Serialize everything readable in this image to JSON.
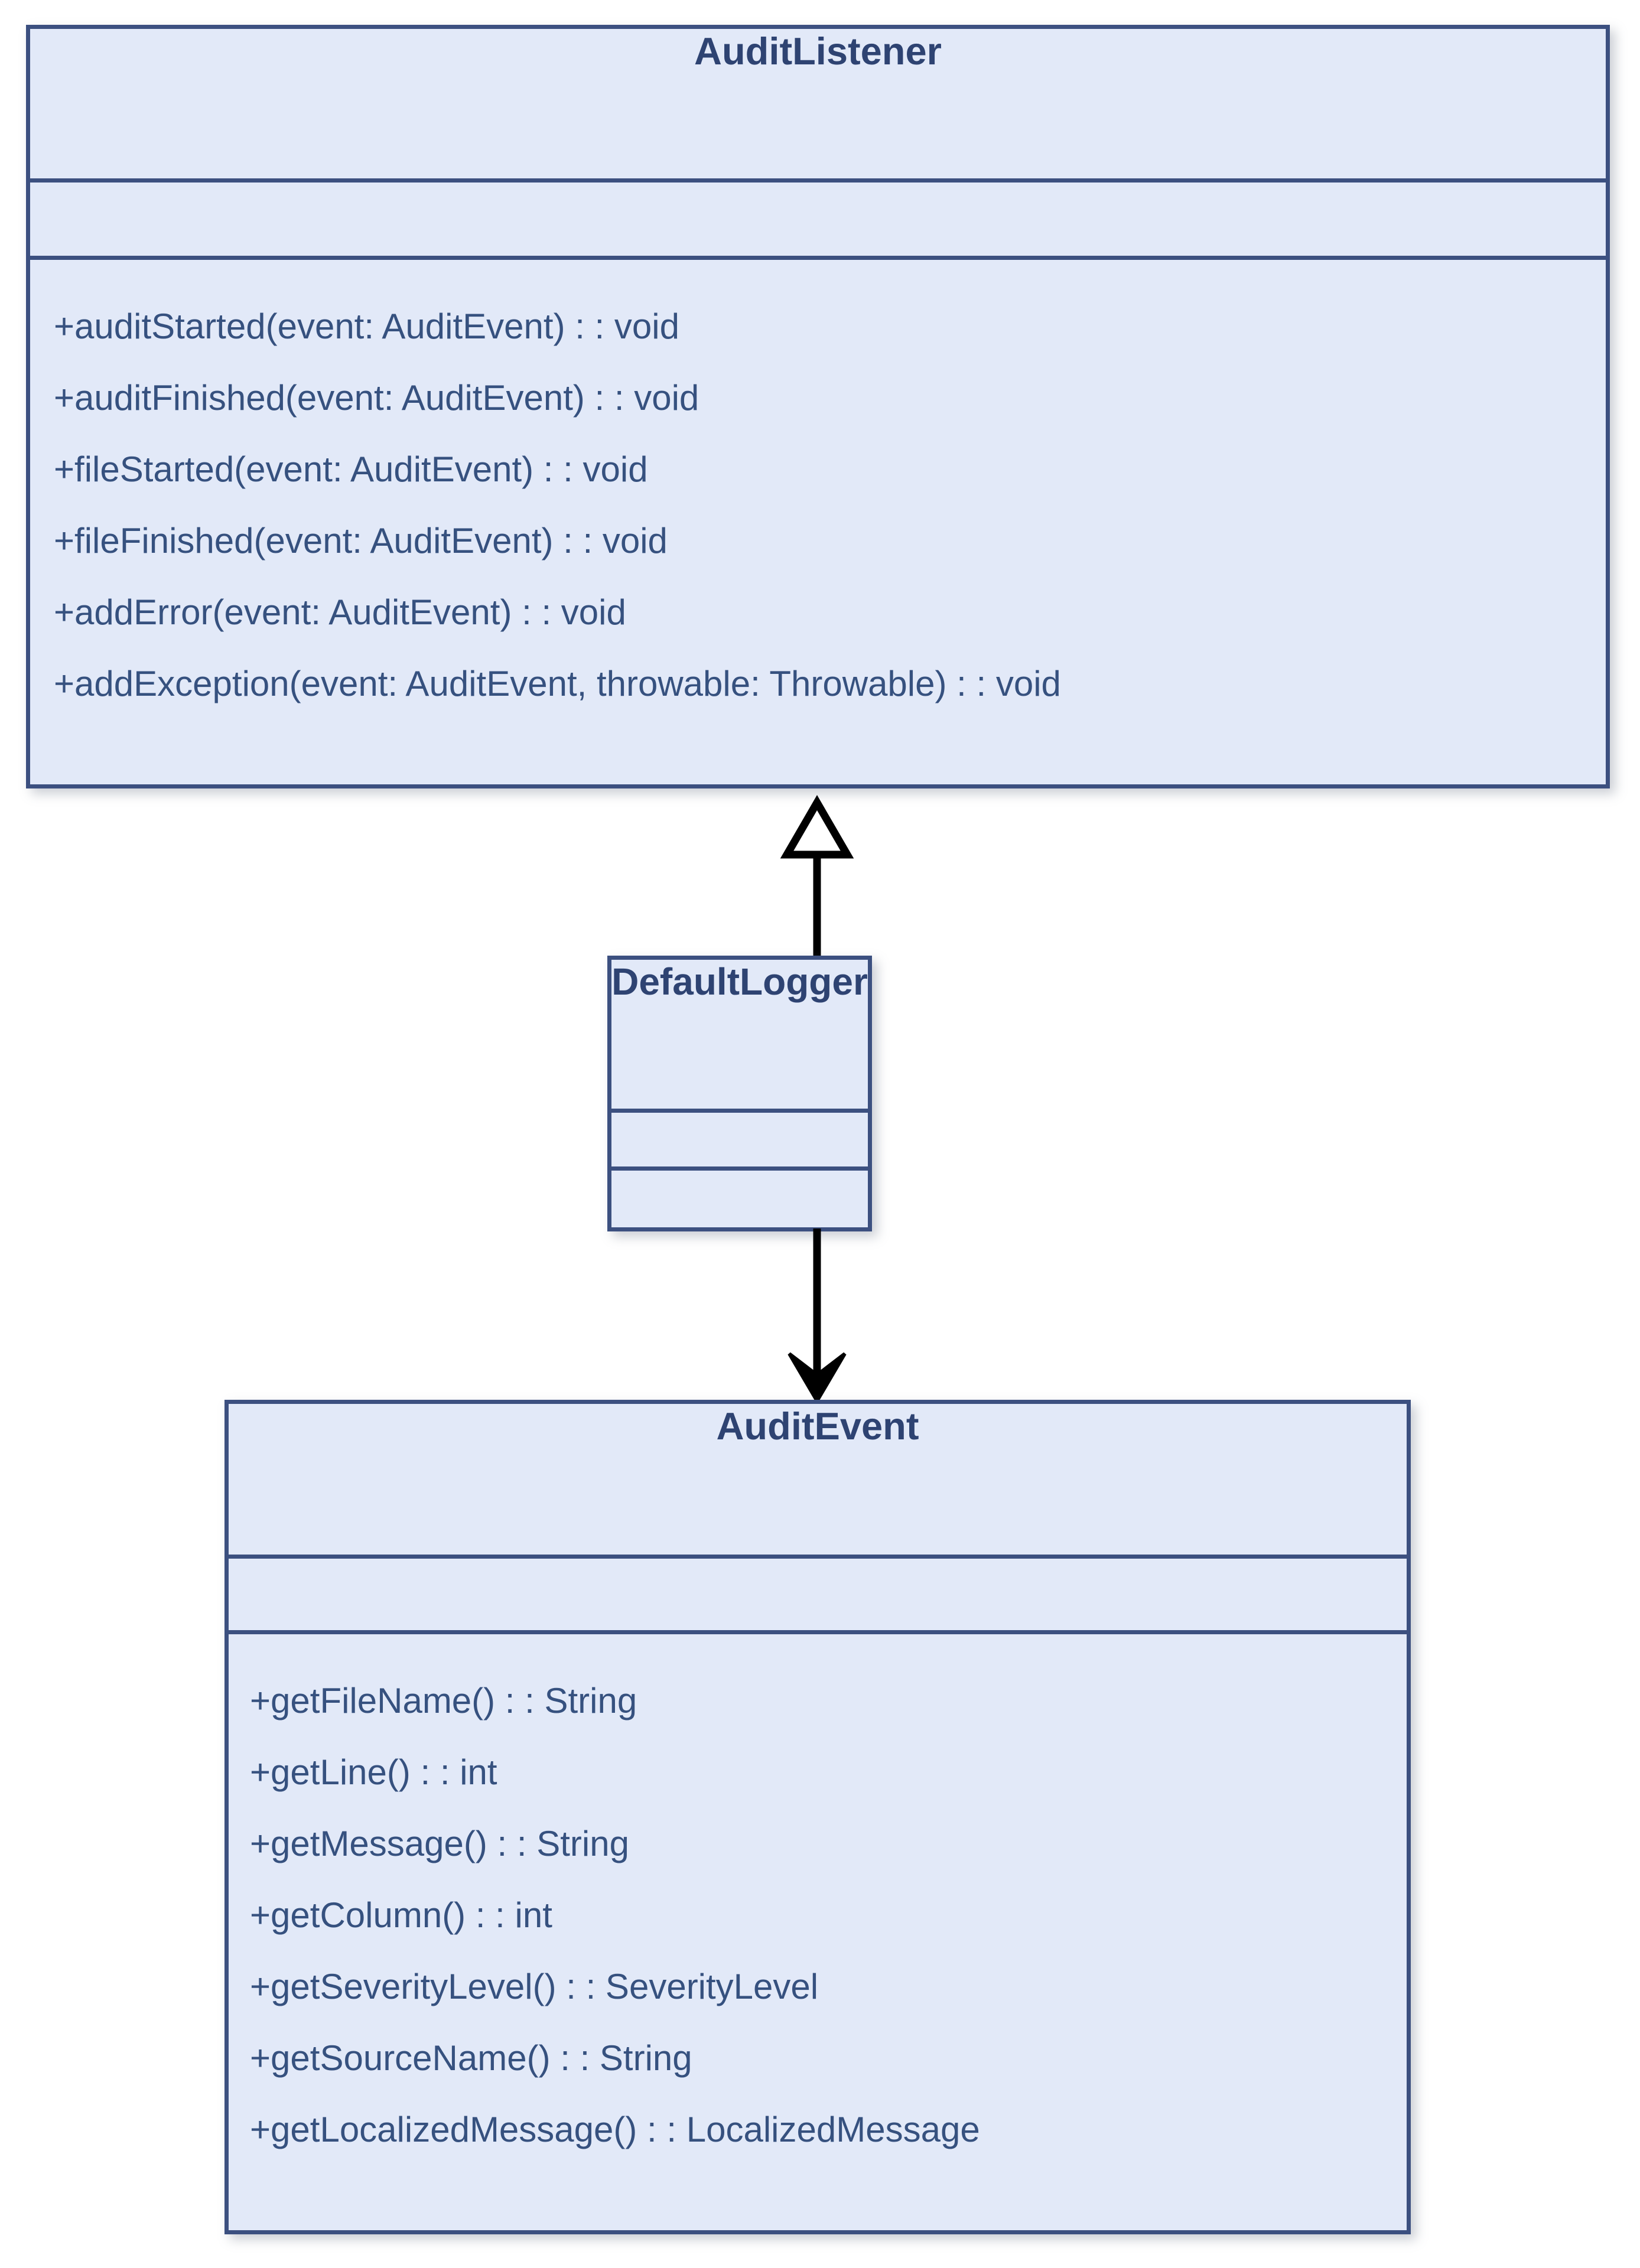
{
  "diagram": {
    "type": "uml-class-diagram",
    "colors": {
      "box_fill": "#E2E9F8",
      "box_border": "#3C5080",
      "title_text": "#2E4372",
      "member_text": "#36517F",
      "connector": "#000000",
      "background": "#FFFFFF"
    },
    "classes": [
      {
        "id": "auditlistener",
        "name": "AuditListener",
        "attributes": [],
        "methods": [
          "+auditStarted(event: AuditEvent) : : void",
          "+auditFinished(event: AuditEvent) : : void",
          "+fileStarted(event: AuditEvent) : : void",
          "+fileFinished(event: AuditEvent) : : void",
          "+addError(event: AuditEvent) : : void",
          "+addException(event: AuditEvent, throwable: Throwable) : : void"
        ]
      },
      {
        "id": "defaultlogger",
        "name": "DefaultLogger",
        "attributes": [],
        "methods": []
      },
      {
        "id": "auditevent",
        "name": "AuditEvent",
        "attributes": [],
        "methods": [
          "+getFileName() : : String",
          "+getLine() : : int",
          "+getMessage() : : String",
          "+getColumn() : : int",
          "+getSeverityLevel() : : SeverityLevel",
          "+getSourceName() : : String",
          "+getLocalizedMessage() : : LocalizedMessage"
        ]
      }
    ],
    "relationships": [
      {
        "id": "generalization",
        "from": "DefaultLogger",
        "to": "AuditListener",
        "kind": "generalization",
        "arrowhead": "hollow-triangle",
        "line": "solid"
      },
      {
        "id": "dependency",
        "from": "DefaultLogger",
        "to": "AuditEvent",
        "kind": "dependency",
        "arrowhead": "solid-barbed",
        "line": "solid"
      }
    ]
  }
}
